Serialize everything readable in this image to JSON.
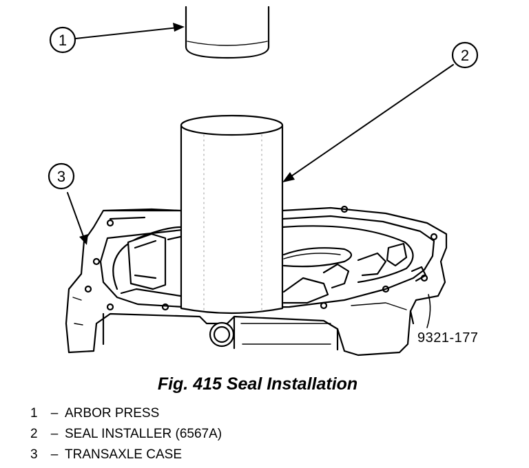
{
  "callouts": [
    {
      "number": "1"
    },
    {
      "number": "2"
    },
    {
      "number": "3"
    }
  ],
  "figure_ref": "9321-177",
  "caption": "Fig. 415 Seal Installation",
  "legend": [
    {
      "num": "1",
      "dash": "–",
      "label": "ARBOR PRESS"
    },
    {
      "num": "2",
      "dash": "–",
      "label": "SEAL INSTALLER (6567A)"
    },
    {
      "num": "3",
      "dash": "–",
      "label": "TRANSAXLE CASE"
    }
  ]
}
